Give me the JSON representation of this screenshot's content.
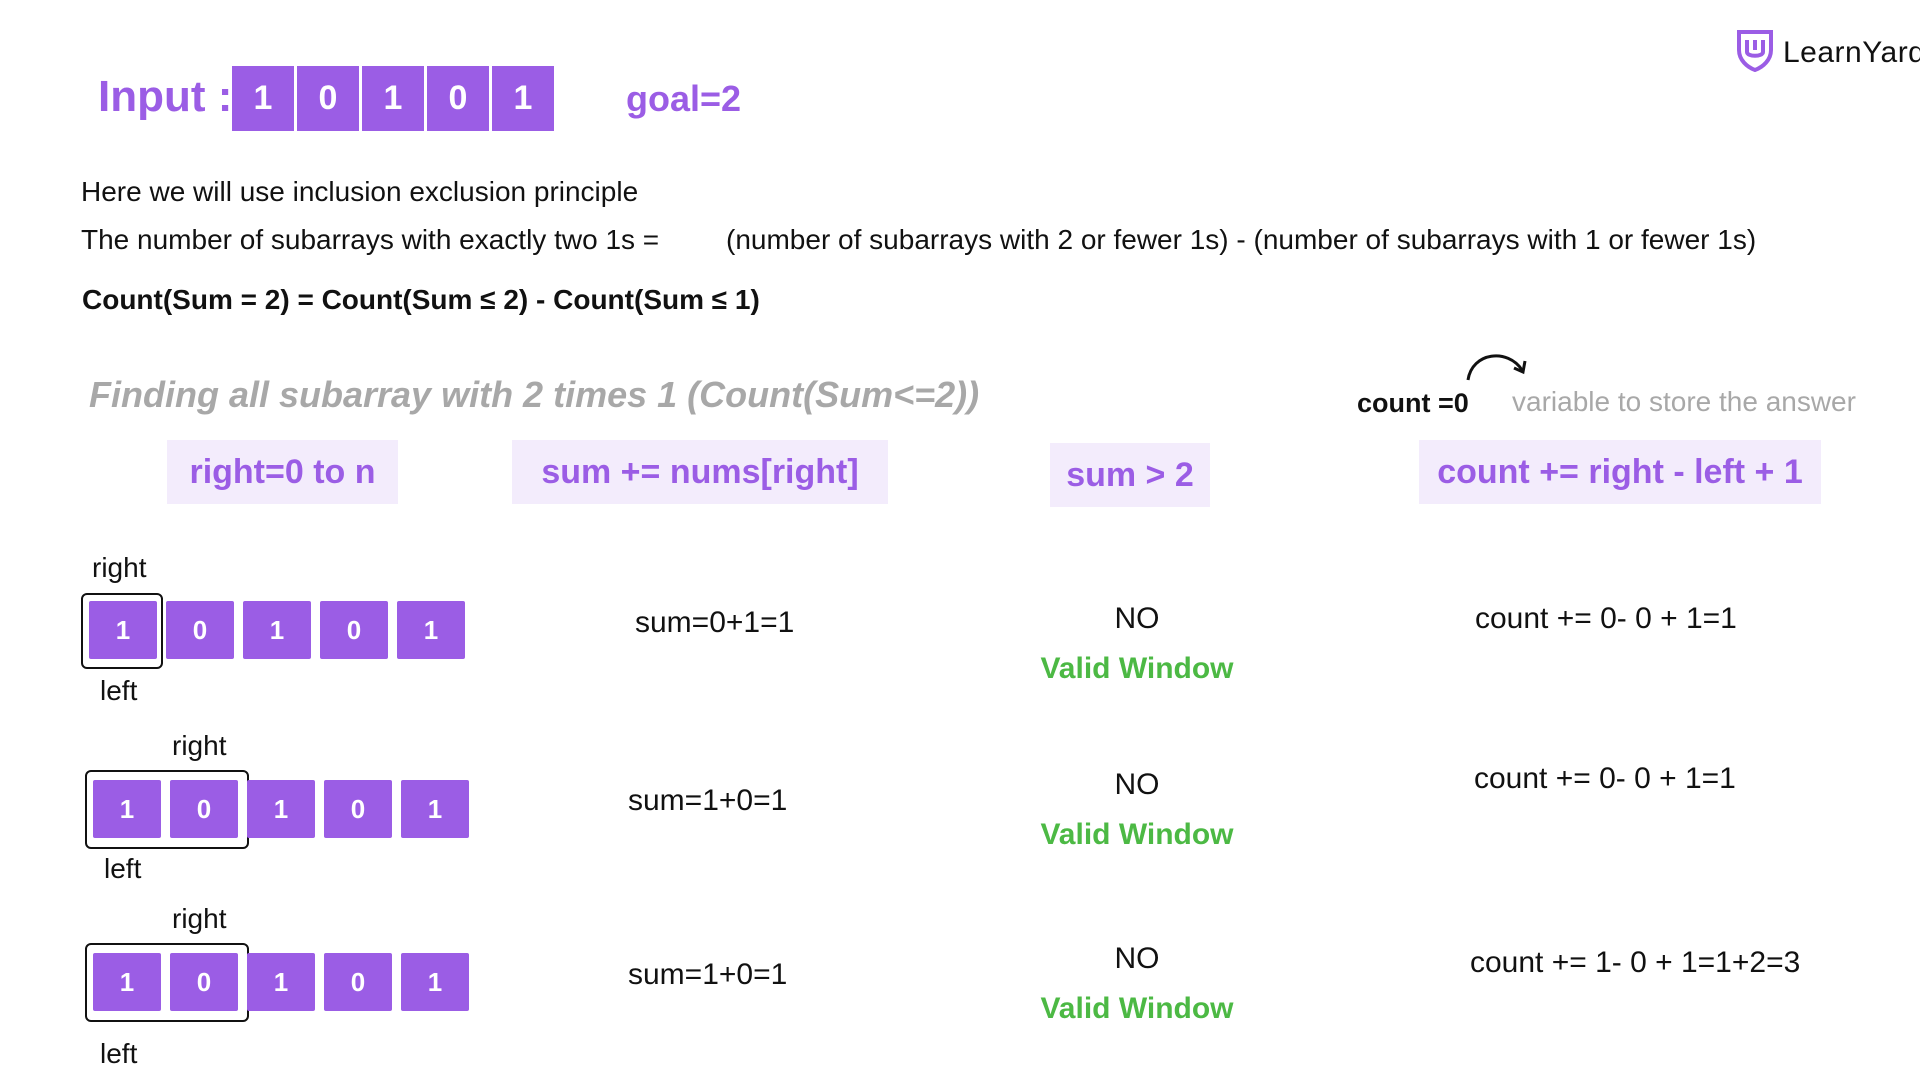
{
  "header": {
    "input_label": "Input :",
    "input_array": [
      "1",
      "0",
      "1",
      "0",
      "1"
    ],
    "goal": "goal=2",
    "logo_text": "LearnYard"
  },
  "explanation": {
    "line1": "Here we will use inclusion exclusion principle",
    "line2_left": "The number of subarrays with exactly two 1s =",
    "line2_right": "(number of subarrays with 2 or fewer 1s) - (number of subarrays with 1 or fewer 1s)",
    "formula": "Count(Sum = 2) = Count(Sum ≤ 2) - Count(Sum ≤ 1)"
  },
  "section": {
    "title": "Finding all subarray with 2 times  1 (Count(Sum<=2))",
    "count_var": "count =0",
    "count_desc": "variable to store the answer"
  },
  "column_headers": {
    "right": "right=0 to n",
    "sum": "sum += nums[right]",
    "cond": "sum > 2",
    "count": "count += right - left + 1"
  },
  "rows": [
    {
      "array": [
        "1",
        "0",
        "1",
        "0",
        "1"
      ],
      "right_label": "right",
      "left_label": "left",
      "sum": "sum=0+1=1",
      "check": "NO",
      "status": "Valid Window",
      "count": "count += 0- 0 + 1=1"
    },
    {
      "array": [
        "1",
        "0",
        "1",
        "0",
        "1"
      ],
      "right_label": "right",
      "left_label": "left",
      "sum": "sum=1+0=1",
      "check": "NO",
      "status": "Valid Window",
      "count": "count += 0- 0 + 1=1"
    },
    {
      "array": [
        "1",
        "0",
        "1",
        "0",
        "1"
      ],
      "right_label": "right",
      "left_label": "left",
      "sum": "sum=1+0=1",
      "check": "NO",
      "status": "Valid Window",
      "count": "count += 1- 0 + 1=1+2=3"
    }
  ],
  "colors": {
    "accent": "#9b5de5",
    "header_bg": "#f3ecfc",
    "valid": "#4cb944",
    "muted": "#a8a8a8"
  }
}
